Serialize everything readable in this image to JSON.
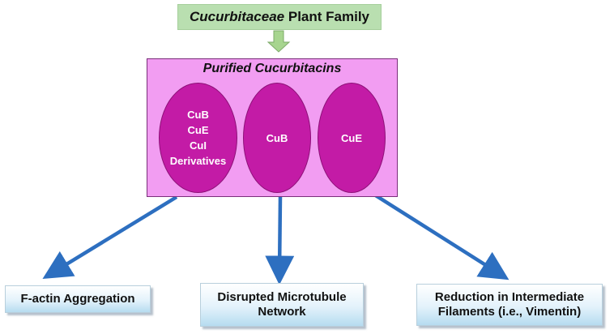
{
  "top_box": {
    "italic_part": "Cucurbitaceae",
    "rest": " Plant Family"
  },
  "main_box": {
    "title": "Purified Cucurbitacins",
    "ellipses": [
      {
        "lines": [
          "CuB",
          "CuE",
          "CuI",
          "Derivatives"
        ]
      },
      {
        "lines": [
          "CuB"
        ]
      },
      {
        "lines": [
          "CuE"
        ]
      }
    ]
  },
  "outcomes": [
    {
      "label": "F-actin Aggregation"
    },
    {
      "line1": "Disrupted Microtubule",
      "line2": "Network"
    },
    {
      "line1": "Reduction in Intermediate",
      "line2": "Filaments (i.e., Vimentin)"
    }
  ],
  "colors": {
    "top_box_fill": "#b9dfb0",
    "down_arrow_fill": "#a7d58f",
    "main_box_fill": "#f29df2",
    "ellipse_fill": "#c31ba6",
    "arrow_color": "#2d6fc0"
  }
}
